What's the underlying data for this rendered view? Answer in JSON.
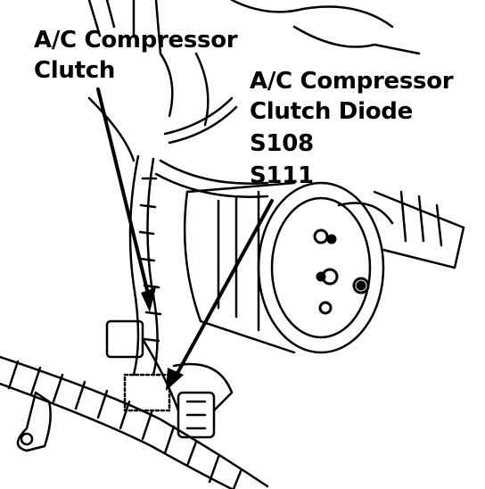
{
  "labels": {
    "compressor_clutch_line1": "A/C Compressor",
    "compressor_clutch_line2": "Clutch",
    "diode_line1": "A/C Compressor",
    "diode_line2": "Clutch Diode",
    "splice_1": "S108",
    "splice_2": "S111"
  },
  "colors": {
    "ink": "#000000",
    "paper": "#ffffff"
  }
}
